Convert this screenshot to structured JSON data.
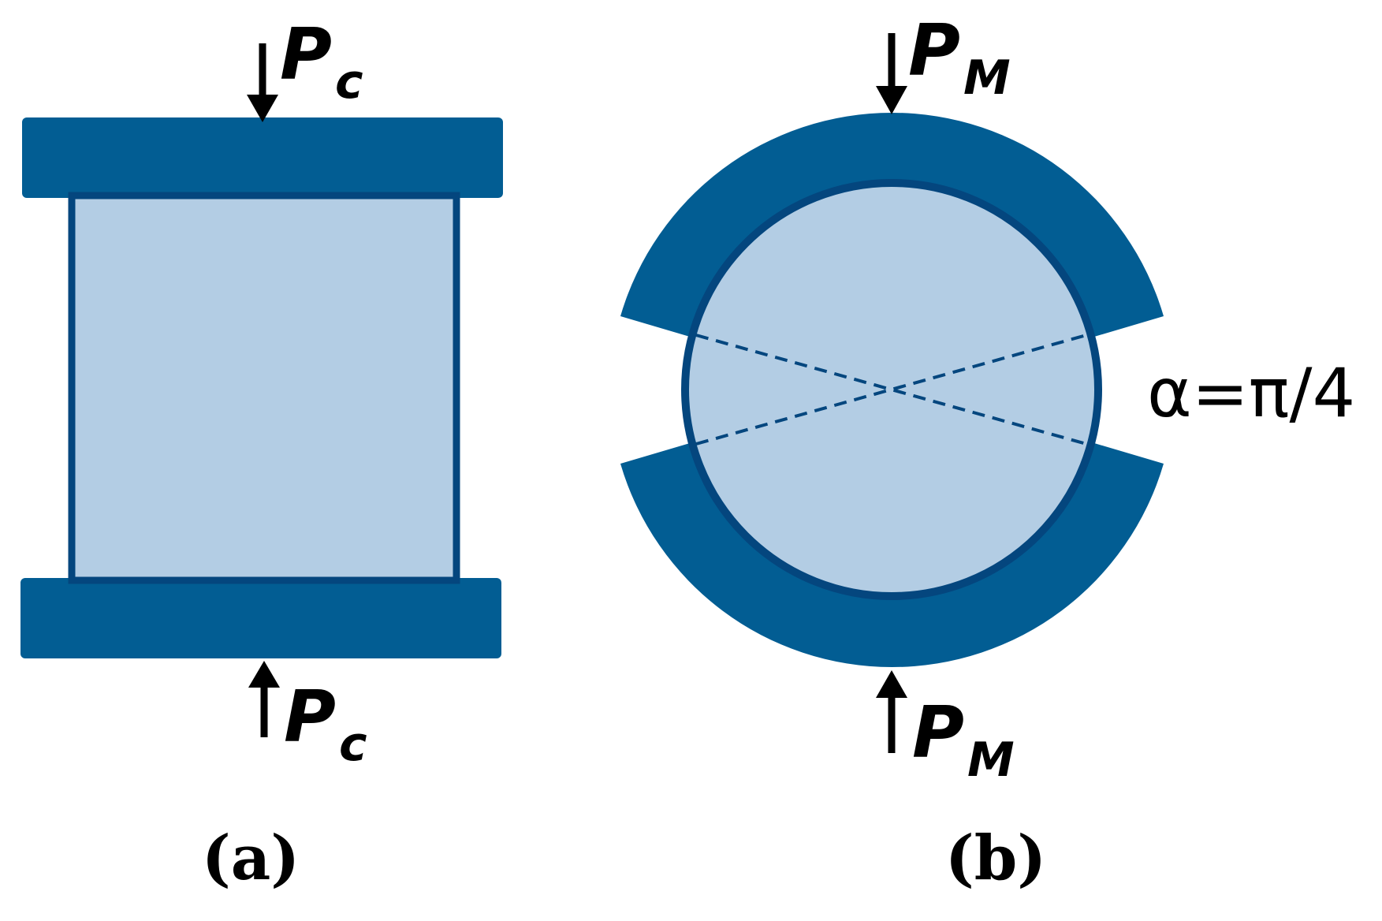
{
  "panel_a": {
    "caption": "(a)",
    "top_force": {
      "symbol": "P",
      "subscript": "c"
    },
    "bottom_force": {
      "symbol": "P",
      "subscript": "c"
    }
  },
  "panel_b": {
    "caption": "(b)",
    "top_force": {
      "symbol": "P",
      "subscript": "M"
    },
    "bottom_force": {
      "symbol": "P",
      "subscript": "M"
    },
    "angle_label": "α=π/4"
  },
  "colors": {
    "platen": "#025d93",
    "specimen_fill": "#b3cde4",
    "specimen_outline": "#04467e",
    "arrow": "#000000"
  }
}
